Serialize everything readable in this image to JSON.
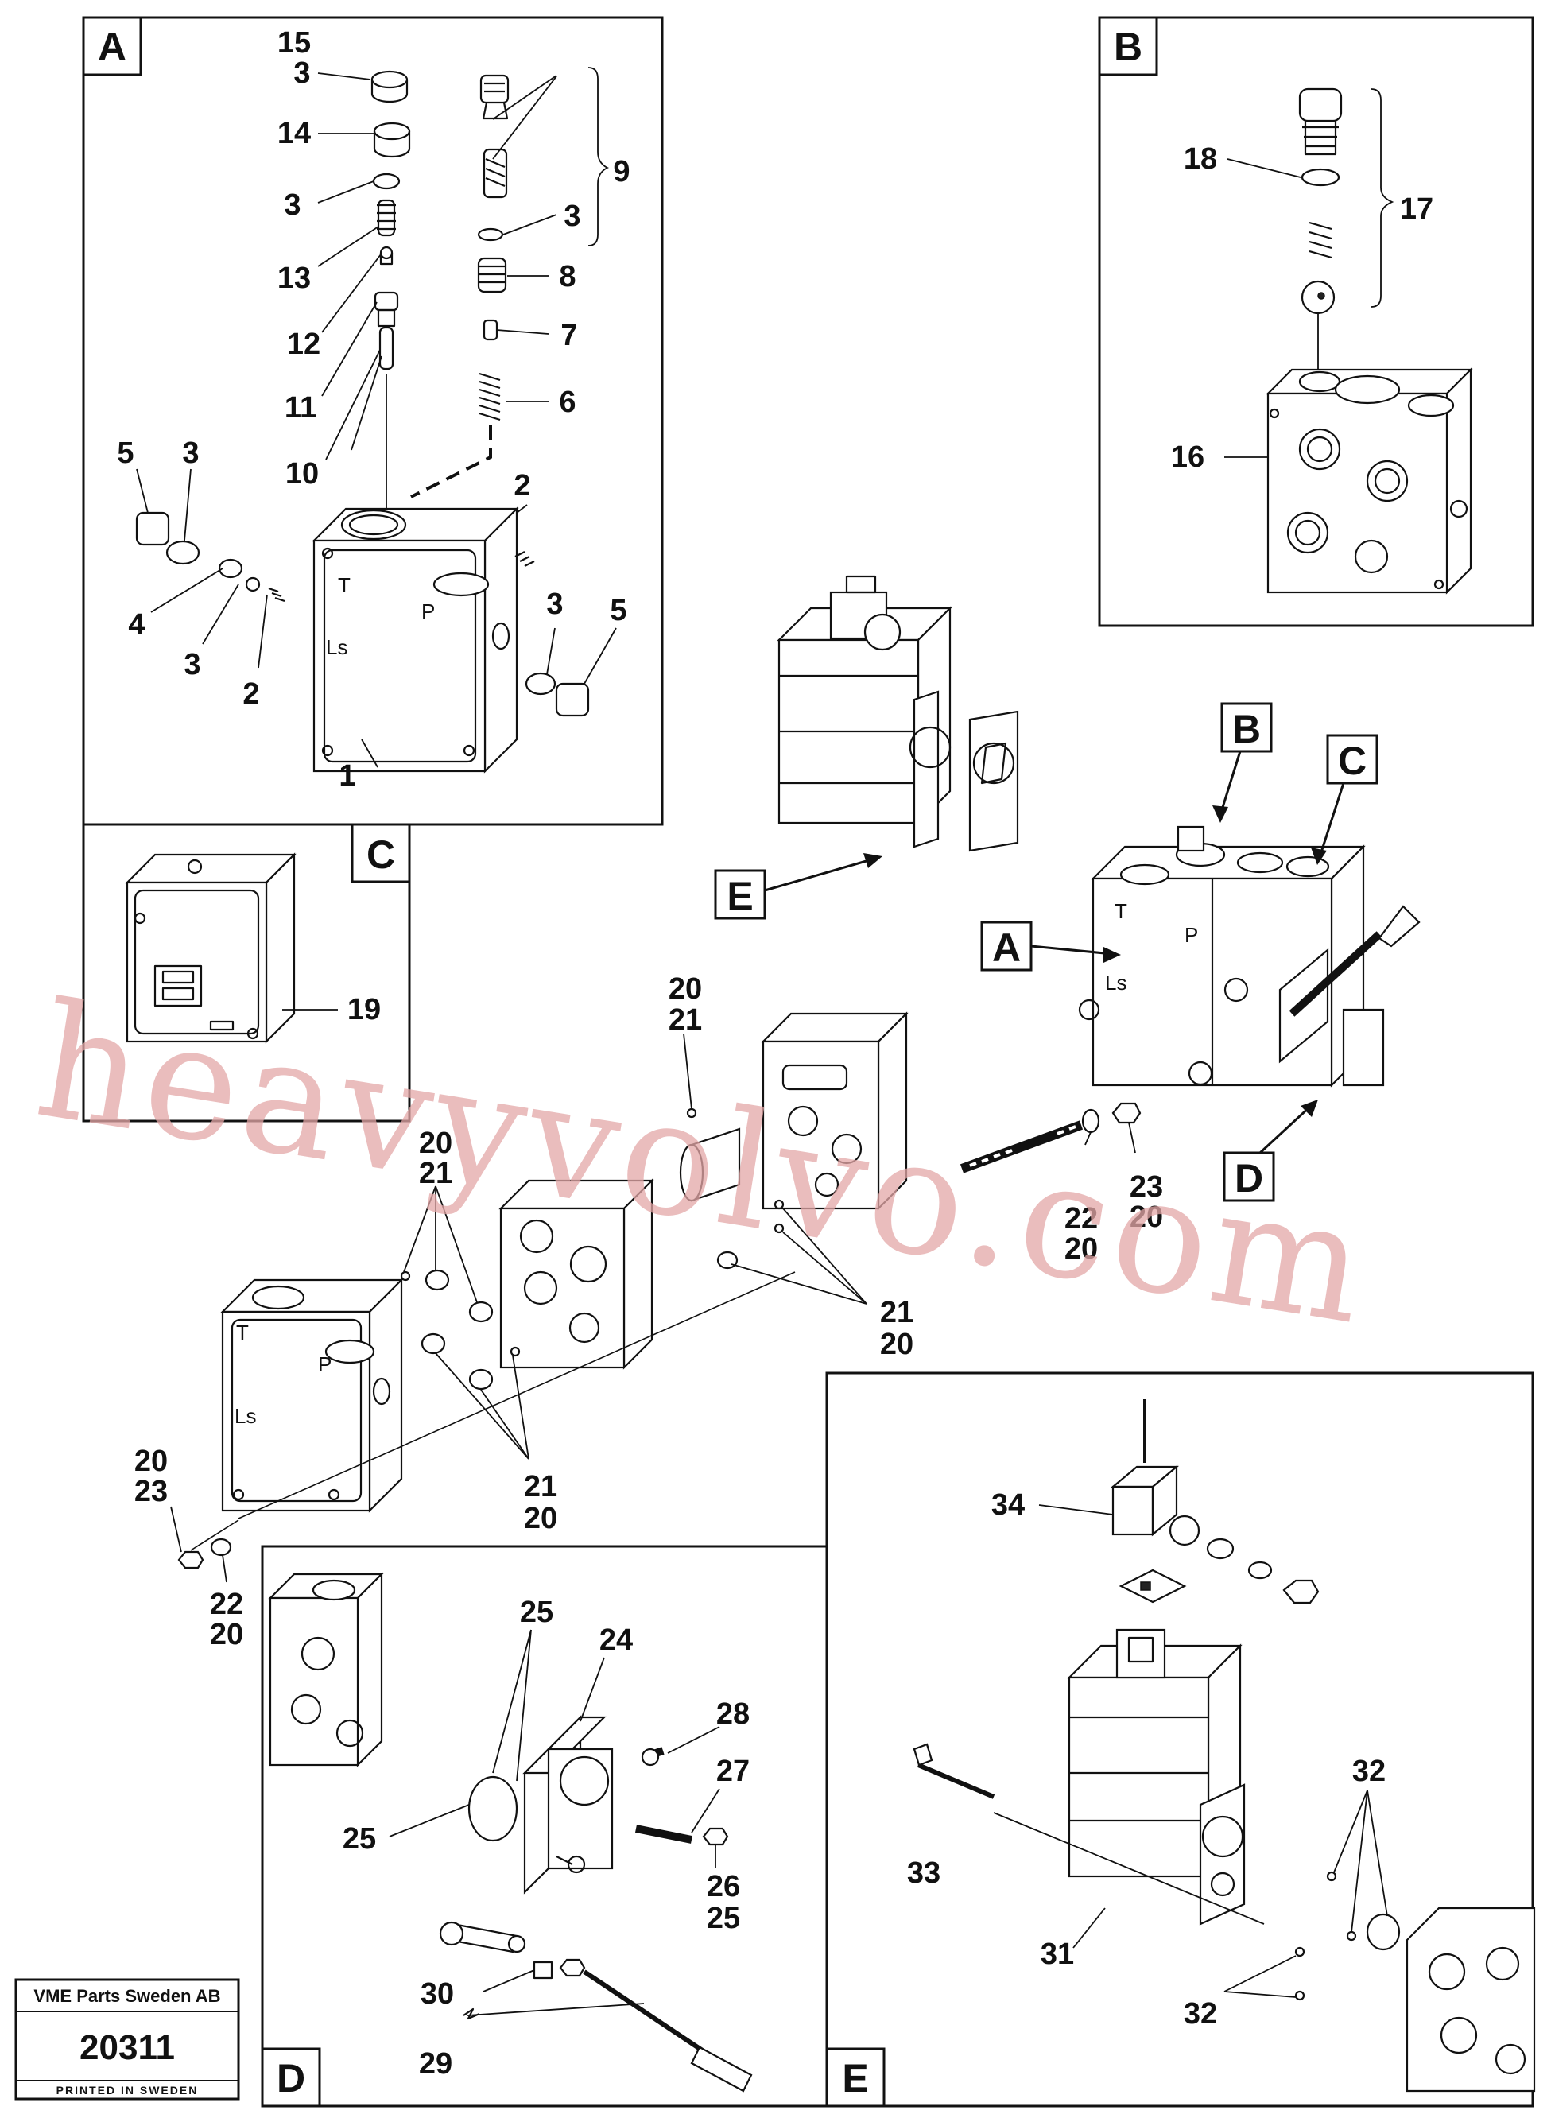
{
  "panels": {
    "a": "A",
    "b": "B",
    "c": "C",
    "d": "D",
    "e": "E"
  },
  "pointers": {
    "a": "A",
    "b": "B",
    "c": "C",
    "d": "D",
    "e": "E"
  },
  "callouts": {
    "a_15": "15",
    "a_3a": "3",
    "a_14": "14",
    "a_3b": "3",
    "a_13": "13",
    "a_12": "12",
    "a_11": "11",
    "a_10": "10",
    "a_9": "9",
    "a_3c": "3",
    "a_8": "8",
    "a_7": "7",
    "a_6": "6",
    "a_5a": "5",
    "a_3d": "3",
    "a_4": "4",
    "a_3e": "3",
    "a_2a": "2",
    "a_2b": "2",
    "a_3f": "3",
    "a_5b": "5",
    "a_1": "1",
    "b_18": "18",
    "b_17": "17",
    "b_16": "16",
    "c_19": "19",
    "m_20a": "20",
    "m_21a": "21",
    "m_20b": "20",
    "m_21b": "21",
    "m_22a": "22",
    "m_20c": "20",
    "m_23a": "23",
    "m_20d": "20",
    "m_21c": "21",
    "m_20e": "20",
    "m_21d": "21",
    "m_20f": "20",
    "m_20g": "20",
    "m_23b": "23",
    "m_22b": "22",
    "m_20h": "20",
    "d_25a": "25",
    "d_24": "24",
    "d_28": "28",
    "d_27": "27",
    "d_25b": "25",
    "d_26": "26",
    "d_25c": "25",
    "d_30": "30",
    "d_29": "29",
    "e_34": "34",
    "e_32a": "32",
    "e_33": "33",
    "e_31": "31",
    "e_32b": "32"
  },
  "valve_marks": {
    "t": "T",
    "p": "P",
    "ls": "Ls"
  },
  "title_block": {
    "company": "VME Parts Sweden AB",
    "number": "20311",
    "printed": "PRINTED IN SWEDEN"
  },
  "watermark": "heavyvolvo.com"
}
